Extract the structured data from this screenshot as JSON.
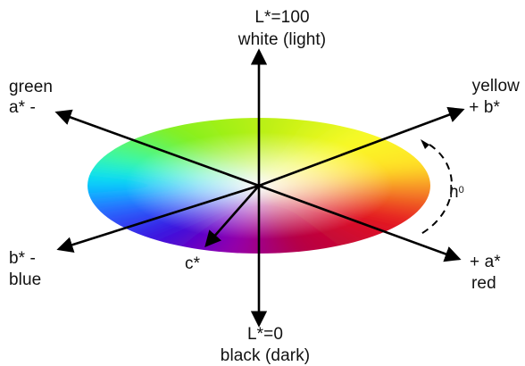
{
  "labels": {
    "top_line1": "L*=100",
    "top_line2": "white (light)",
    "bottom_line1": "L*=0",
    "bottom_line2": "black (dark)",
    "green_line1": "green",
    "green_line2": "a* -",
    "yellow_line1": "yellow",
    "yellow_line2": "+ b*",
    "blue_line1": "b* -",
    "blue_line2": "blue",
    "red_line1": "+ a*",
    "red_line2": "red",
    "chroma": "c*",
    "hue_base": "h",
    "hue_sup": "0"
  }
}
